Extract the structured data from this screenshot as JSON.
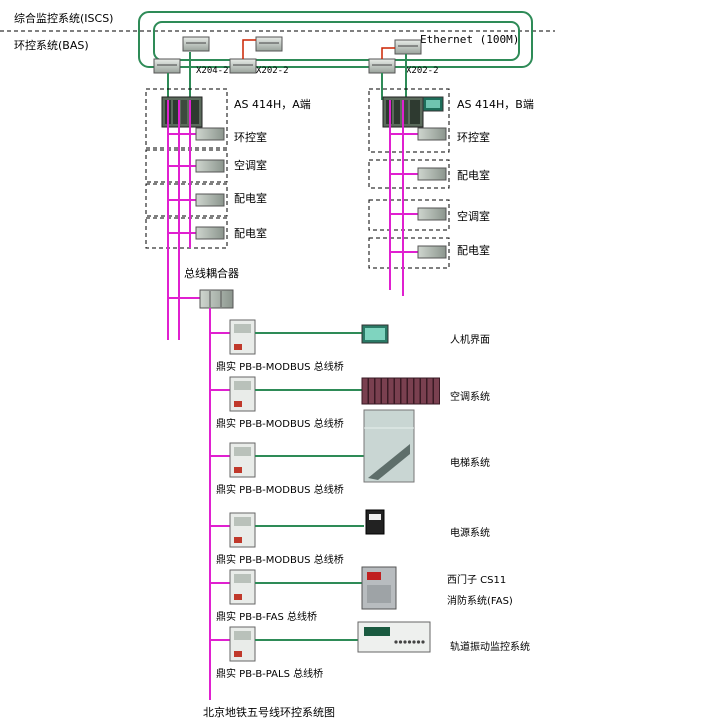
{
  "labels": {
    "iscs": "综合监控系统(ISCS)",
    "bas": "环控系统(BAS)",
    "ethernet": "Ethernet (100M)",
    "switch_x204_2": "X204-2",
    "switch_x202_2_a": "X202-2",
    "switch_x202_2_b": "X202-2",
    "plc_a": "AS 414H，A端",
    "plc_b": "AS 414H，B端",
    "coupler": "总线耦合器",
    "caption": "北京地铁五号线环控系统图"
  },
  "rooms_a": [
    "环控室",
    "空调室",
    "配电室",
    "配电室"
  ],
  "rooms_b": [
    "环控室",
    "配电室",
    "空调室",
    "配电室"
  ],
  "bridges": [
    {
      "label": "鼎实 PB-B-MODBUS 总线桥",
      "target": "人机界面",
      "target_icon": "hmi-panel-icon"
    },
    {
      "label": "鼎实 PB-B-MODBUS 总线桥",
      "target": "空调系统",
      "target_icon": "air-conditioning-cabinets-icon"
    },
    {
      "label": "鼎实 PB-B-MODBUS 总线桥",
      "target": "电梯系统",
      "target_icon": "escalator-photo-icon"
    },
    {
      "label": "鼎实 PB-B-MODBUS 总线桥",
      "target": "电源系统",
      "target_icon": "power-supply-icon"
    },
    {
      "label": "鼎实 PB-B-FAS 总线桥",
      "target": "西门子 CS11",
      "target2": "消防系统(FAS)",
      "target_icon": "fire-panel-icon"
    },
    {
      "label": "鼎实 PB-B-PALS 总线桥",
      "target": "轨道振动监控系统",
      "target_icon": "vibration-instrument-icon"
    }
  ],
  "colors": {
    "ring": "#2e8b57",
    "bus": "#e020d0",
    "link": "#2e8b57",
    "red": "#cc2200"
  }
}
